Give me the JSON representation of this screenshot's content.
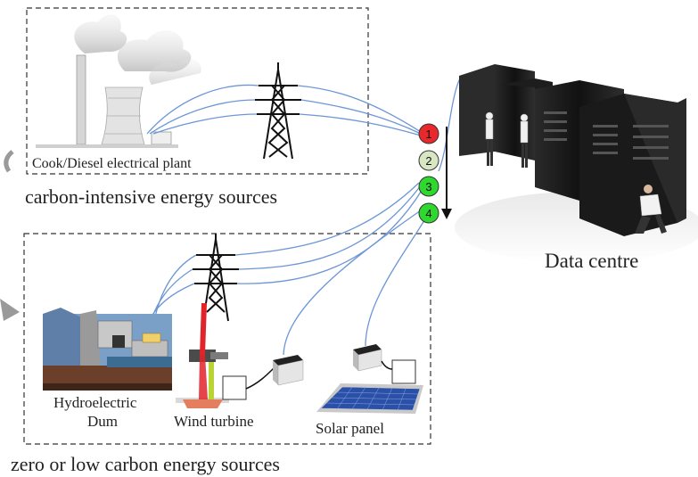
{
  "labels": {
    "coal_plant": "Cook/Diesel electrical plant",
    "high_group": "carbon-intensive energy sources",
    "low_group": "zero or low carbon energy sources",
    "data_centre": "Data centre",
    "hydro_line1": "Hydroelectric",
    "hydro_line2": "Dum",
    "wind": "Wind turbine",
    "solar": "Solar panel"
  },
  "priorities": [
    {
      "label": "1",
      "color": "#e8282a"
    },
    {
      "label": "2",
      "color": "#d9e6c4"
    },
    {
      "label": "3",
      "color": "#2fd82f"
    },
    {
      "label": "4",
      "color": "#2fd82f"
    }
  ],
  "colors": {
    "wire": "#6c96d6",
    "dashed_border": "#333333"
  }
}
